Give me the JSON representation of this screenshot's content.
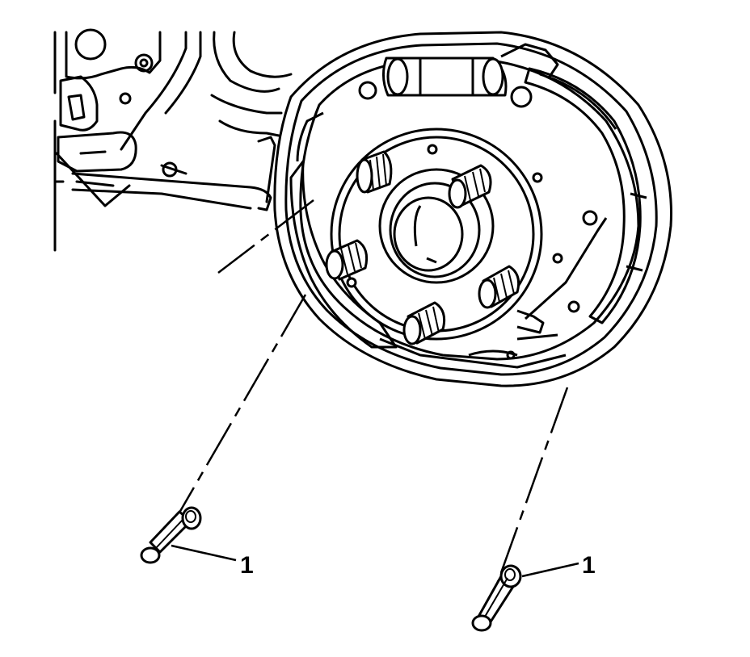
{
  "callouts": [
    {
      "id": "bolt-left",
      "text": "1"
    },
    {
      "id": "bolt-right",
      "text": "1"
    }
  ],
  "colors": {
    "line": "#000000",
    "background": "#ffffff"
  },
  "icons": [
    "brake-backing-plate",
    "wheel-hub",
    "wheel-stud",
    "wheel-cylinder",
    "brake-shoe",
    "suspension-arm",
    "mounting-bolt"
  ]
}
